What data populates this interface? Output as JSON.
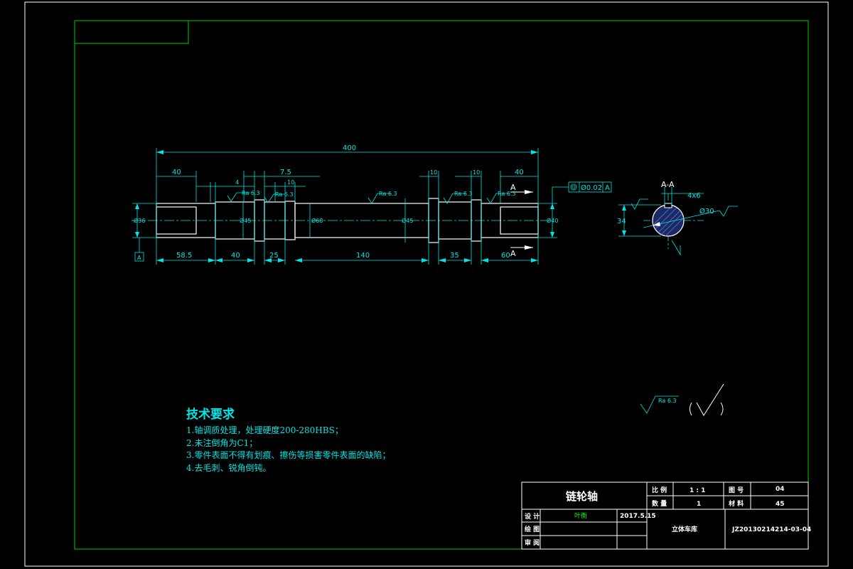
{
  "title_block": {
    "part_name": "链轮轴",
    "scale_label": "比 例",
    "scale_value": "1 : 1",
    "drawing_no_label": "图 号",
    "drawing_no_value": "04",
    "quantity_label": "数 量",
    "quantity_value": "1",
    "material_label": "材 料",
    "material_value": "45",
    "design_label": "设 计",
    "designer": "叶衡",
    "date": "2017.5.15",
    "drawn_label": "绘 图",
    "check_label": "审 阅",
    "company": "立体车库",
    "code": "JZ20130214214-03-04"
  },
  "tech_req": {
    "title": "技术要求",
    "items": [
      "1.轴调质处理，处理硬度200-280HBS；",
      "2.未注倒角为C1；",
      "3.零件表面不得有划痕、擦伤等损害零件表面的缺陷；",
      "4.去毛刺、锐角倒钝。"
    ]
  },
  "dimensions": {
    "overall": "400",
    "top_left_40": "40",
    "top_4": "4",
    "top_7_5": "7.5",
    "top_10_a": "10",
    "top_10_b": "10",
    "top_10_c": "10",
    "top_right_40": "40",
    "dia_left": "Ø36",
    "dia_45_left": "Ø45",
    "dia_mid": "Ø68",
    "dia_45_right": "Ø45",
    "dia_right": "Ø40",
    "bot_58_5": "58.5",
    "bot_40": "40",
    "bot_25": "25",
    "bot_140": "140",
    "bot_35": "35",
    "bot_60": "60",
    "tolerance_value": "Ø0.02",
    "datum": "A",
    "datum_box": "A",
    "section_mark_top": "A",
    "section_mark_bottom": "A",
    "roughness_small": "Ra 6.3"
  },
  "section": {
    "title": "A-A",
    "key": "4x6",
    "dia": "Ø30",
    "depth": "34"
  },
  "roughness_note": {
    "value": "Ra 6.3"
  }
}
